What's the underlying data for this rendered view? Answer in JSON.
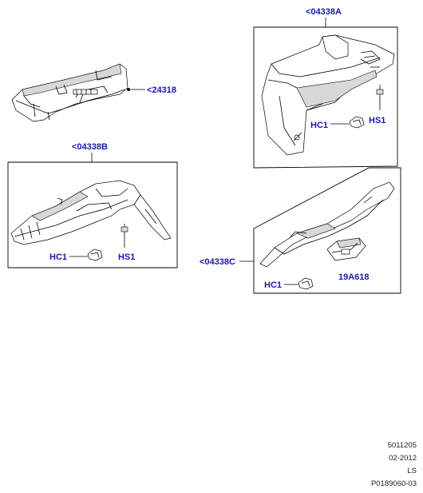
{
  "diagram": {
    "callouts": {
      "part_24318": "<24318",
      "part_04338A": "<04338A",
      "part_04338B": "<04338B",
      "part_04338C": "<04338C",
      "hc1_a": "HC1",
      "hs1_a": "HS1",
      "hc1_b": "HC1",
      "hs1_b": "HS1",
      "hc1_c": "HC1",
      "part_19A618": "19A618"
    }
  },
  "footer": {
    "line1": "5011205",
    "line2": "02-2012",
    "line3": "LS",
    "line4": "P0189060-03"
  },
  "colors": {
    "callout_text": "#1a1aa6",
    "line": "#000000"
  }
}
